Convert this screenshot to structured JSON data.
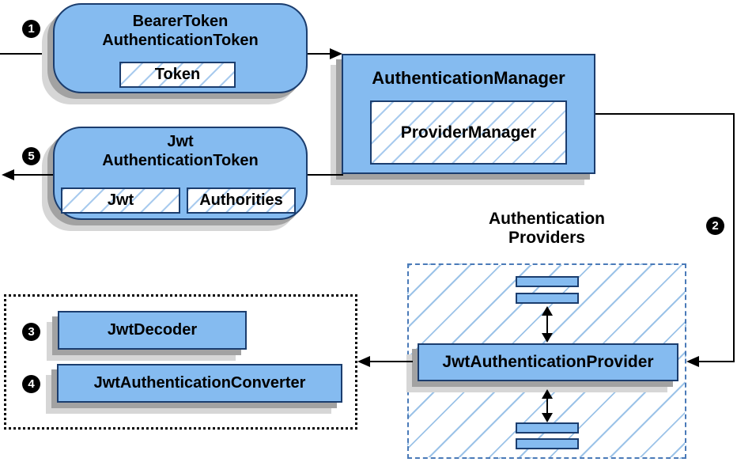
{
  "steps": {
    "n1": "1",
    "n2": "2",
    "n3": "3",
    "n4": "4",
    "n5": "5"
  },
  "nodes": {
    "bearer_token": {
      "line1": "BearerToken",
      "line2": "AuthenticationToken",
      "child": "Token"
    },
    "authentication_manager": {
      "title": "AuthenticationManager",
      "child": "ProviderManager"
    },
    "jwt_token": {
      "line1": "Jwt",
      "line2": "AuthenticationToken",
      "children": [
        "Jwt",
        "Authorities"
      ]
    },
    "providers_group": {
      "line1": "Authentication",
      "line2": "Providers"
    },
    "jwt_authentication_provider": {
      "title": "JwtAuthenticationProvider"
    },
    "jwt_decoder": {
      "title": "JwtDecoder"
    },
    "jwt_authentication_converter": {
      "title": "JwtAuthenticationConverter"
    }
  },
  "colors": {
    "node_fill": "#85bbf0",
    "node_border": "#1b3d6e",
    "hatch_line": "#a9cbee",
    "group_hatch_line": "#9cc3e8",
    "group_dash_border": "#4a7ab8",
    "dotted_border": "#000000",
    "shadow_dark": "#a2a2a2",
    "shadow_light": "#d6d6d6",
    "arrow": "#000000",
    "badge_bg": "#000000",
    "badge_text": "#ffffff"
  }
}
